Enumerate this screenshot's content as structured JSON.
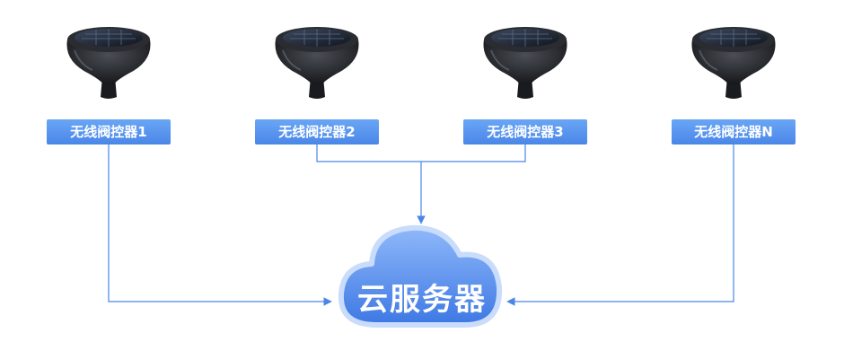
{
  "controllers": [
    {
      "label": "无线阀控器1"
    },
    {
      "label": "无线阀控器2"
    },
    {
      "label": "无线阀控器3"
    },
    {
      "label": "无线阀控器N"
    }
  ],
  "server": {
    "label": "云服务器"
  },
  "colors": {
    "line": "#4a86e8",
    "box": "#5b93ee",
    "cloud_light": "#a8c8fb",
    "cloud_dark": "#3f7be4"
  }
}
